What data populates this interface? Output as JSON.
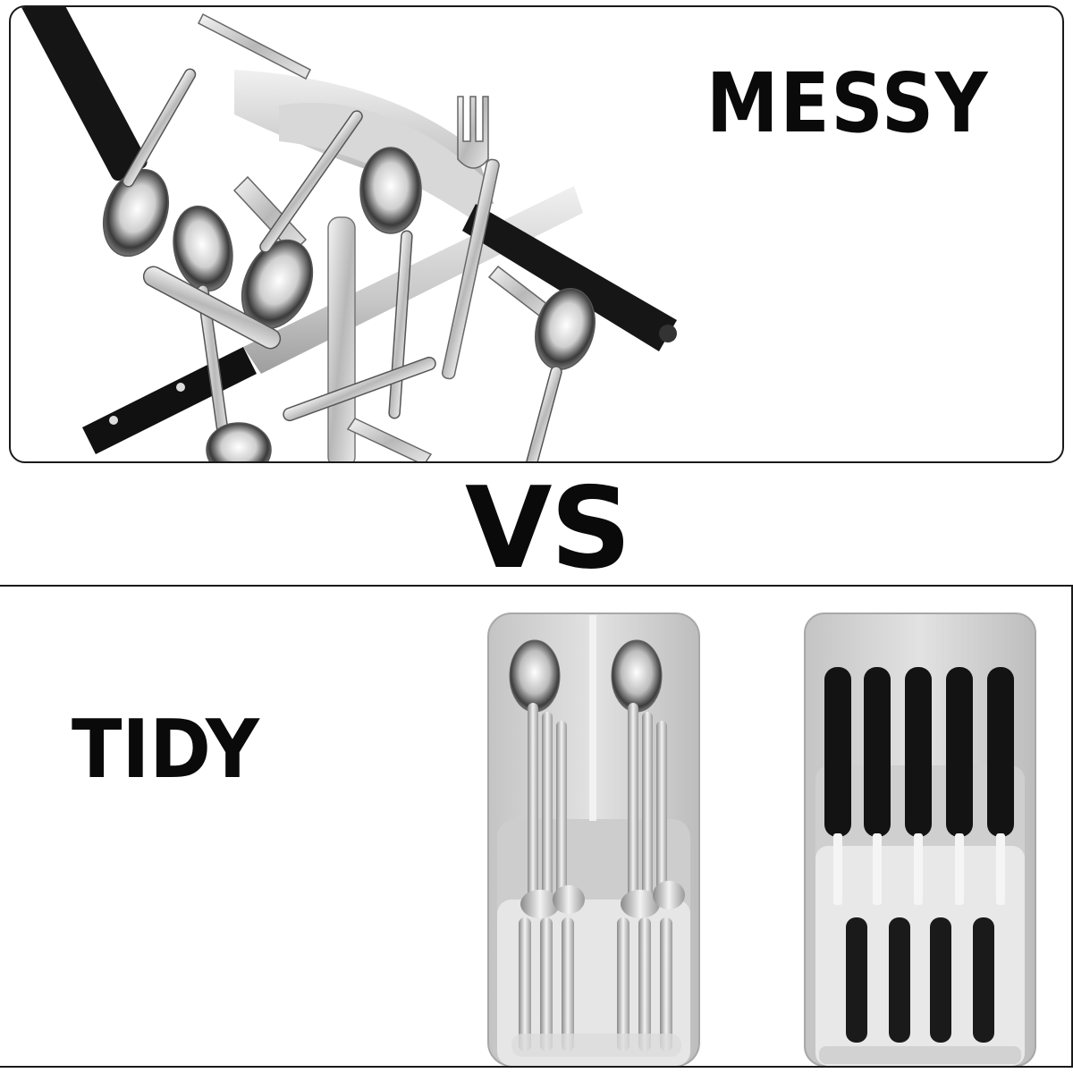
{
  "labels": {
    "messy": "MESSY",
    "vs": "VS",
    "tidy": "TIDY"
  },
  "colors": {
    "text": "#0a0a0a",
    "border": "#1a1a1a",
    "tray_gray": "#d4d4d4",
    "steel": "#c9c9c9",
    "handle_black": "#111111"
  },
  "illustrations": {
    "messy": "pile-of-cutlery",
    "tidy_left": "cutlery-tray-with-spoons",
    "tidy_right": "knife-block-tray"
  }
}
